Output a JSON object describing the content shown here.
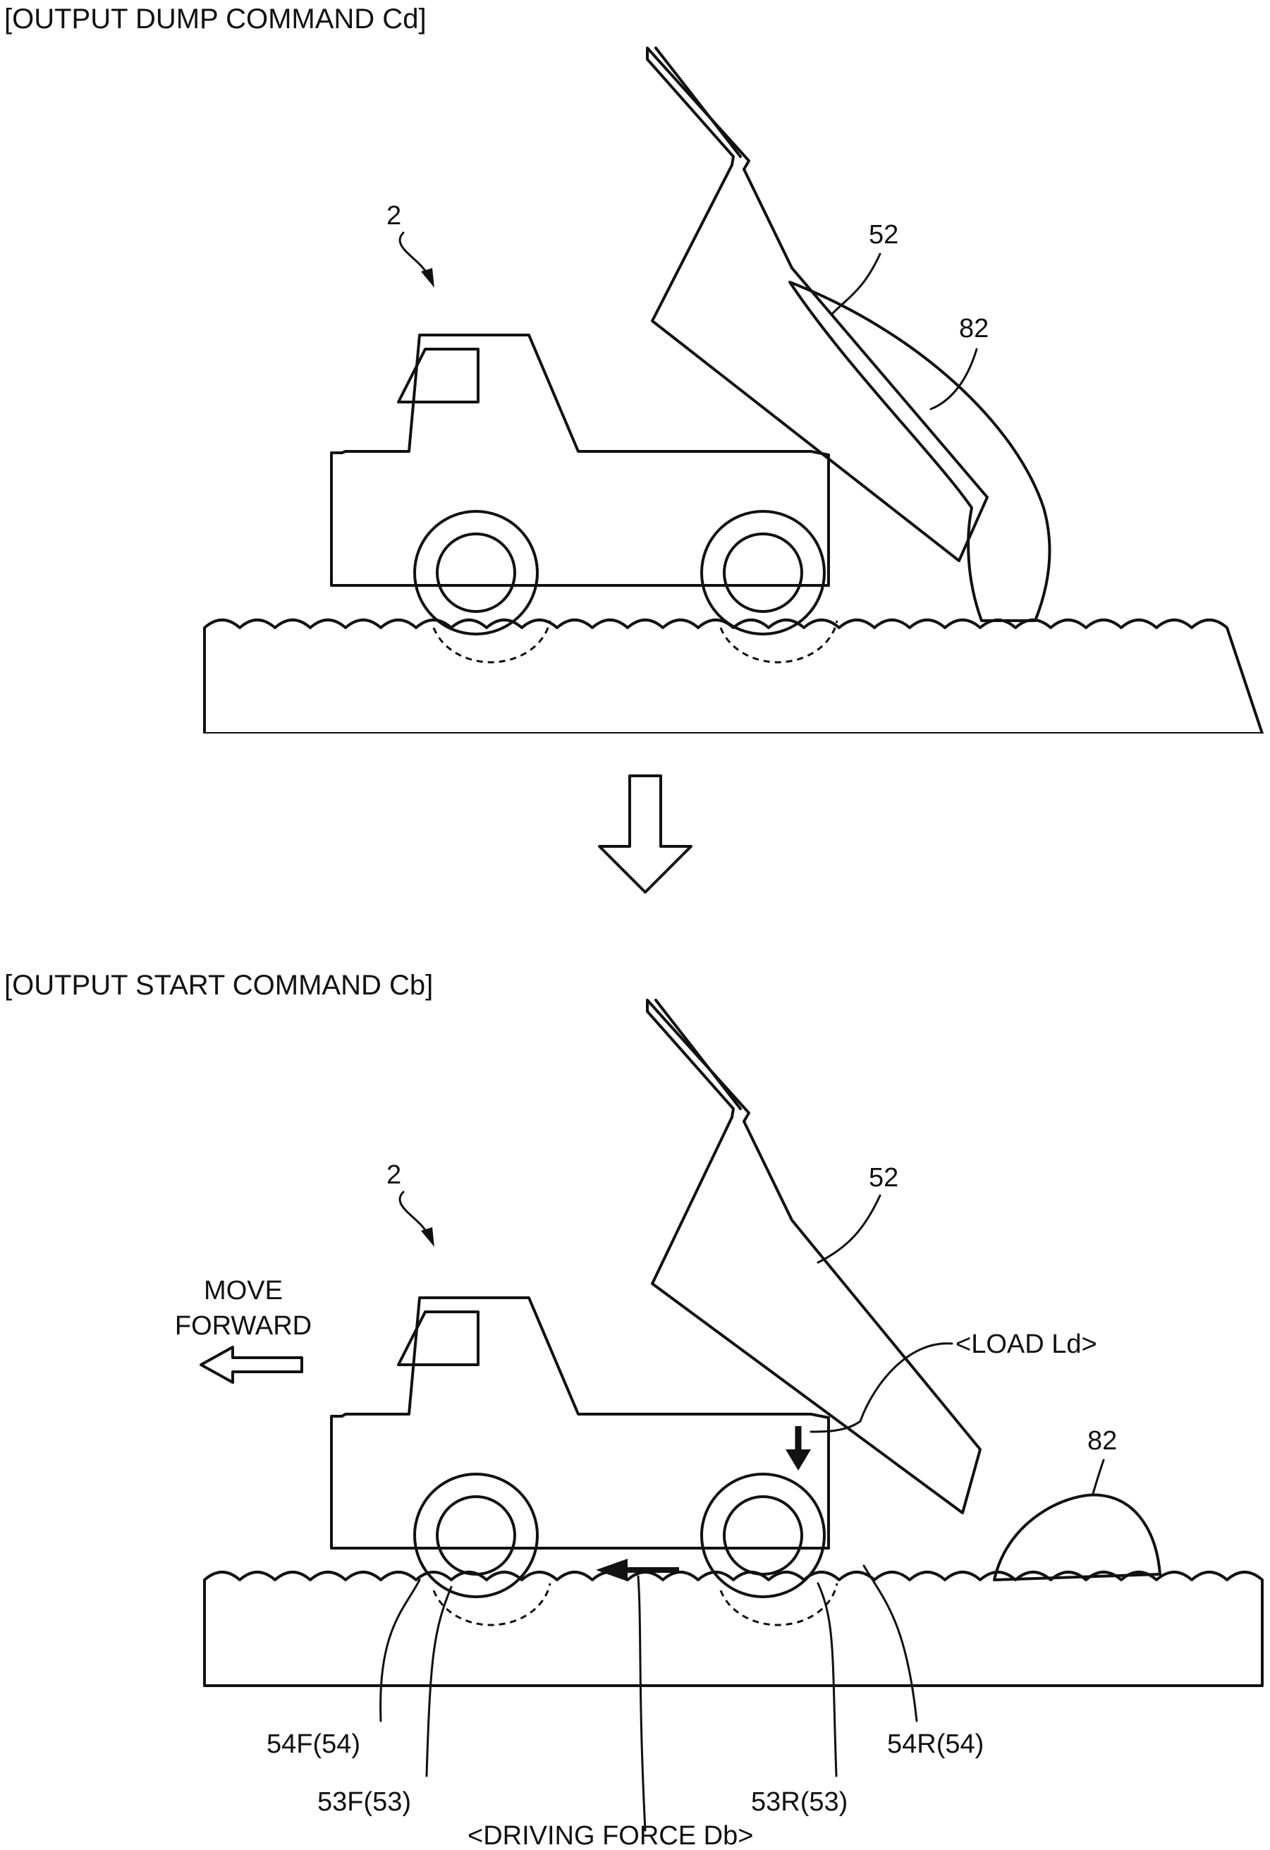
{
  "top_panel": {
    "header": "[OUTPUT DUMP COMMAND Cd]",
    "vehicle_ref": "2",
    "vessel_ref": "52",
    "load_ref": "82"
  },
  "bottom_panel": {
    "header": "[OUTPUT START COMMAND Cb]",
    "vehicle_ref": "2",
    "vessel_ref": "52",
    "load_ref": "82",
    "direction_line1": "MOVE",
    "direction_line2": "FORWARD",
    "load_label": "<LOAD Ld>",
    "front_contact_label": "54F(54)",
    "front_wheel_label": "53F(53)",
    "driving_force_label": "<DRIVING FORCE Db>",
    "rear_wheel_label": "53R(53)",
    "rear_contact_label": "54R(54)"
  }
}
